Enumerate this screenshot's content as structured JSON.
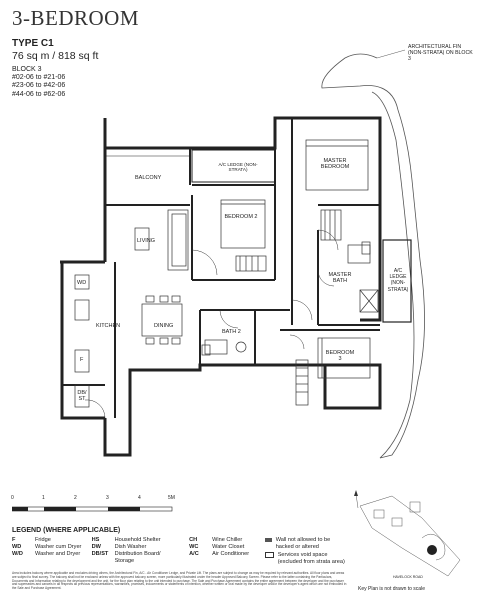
{
  "header": {
    "title": "3-BEDROOM",
    "type": "TYPE C1",
    "size": "76 sq m / 818 sq ft",
    "block_label": "BLOCK 3",
    "units": [
      "#02-06 to #21-06",
      "#23-06 to #42-06",
      "#44-06 to #62-06"
    ]
  },
  "annotation": {
    "arch_fin": "ARCHITECTURAL FIN (NON-STRATA) ON BLOCK 3"
  },
  "rooms": {
    "balcony": "BALCONY",
    "ac_ledge_top": "A/C LEDGE (NON-STRATA)",
    "bedroom2": "BEDROOM 2",
    "master_bedroom": "MASTER BEDROOM",
    "living": "LIVING",
    "master_bath": "MASTER BATH",
    "ac_ledge_right": "A/C LEDGE (NON-STRATA)",
    "kitchen": "KITCHEN",
    "dining": "DINING",
    "bath2": "BATH 2",
    "bedroom3": "BEDROOM 3",
    "wd": "WD",
    "f": "F",
    "db_st": "DB/ ST"
  },
  "scale": {
    "ticks": [
      "0",
      "1",
      "2",
      "3",
      "4",
      "5M"
    ]
  },
  "legend": {
    "title": "LEGEND (WHERE APPLICABLE)",
    "col1": [
      {
        "k": "F",
        "v": "Fridge"
      },
      {
        "k": "WD",
        "v": "Washer cum Dryer"
      },
      {
        "k": "W/D",
        "v": "Washer and Dryer"
      }
    ],
    "col2": [
      {
        "k": "HS",
        "v": "Household Shelter"
      },
      {
        "k": "DW",
        "v": "Dish Washer"
      },
      {
        "k": "DB/ST",
        "v": "Distribution Board/ Storage"
      }
    ],
    "col3": [
      {
        "k": "CH",
        "v": "Wine Chiller"
      },
      {
        "k": "WC",
        "v": "Water Closet"
      },
      {
        "k": "A/C",
        "v": "Air Conditioner"
      }
    ],
    "col4": [
      {
        "v": "Wall not allowed to be hacked or altered"
      },
      {
        "v": "Services void space (excluded from strata area)"
      }
    ]
  },
  "disclaimer": "Area includes balcony where applicable and excludes driving others, the Architectural Fin, A/C - Air Conditioner Ledge, and Private Lift. The plans are subject to change as may be required by relevant authorities. All floor plans and areas are subject to final survey. The balcony shall not be enclosed unless with the approved balcony screen, more particularly illustrated under the header Approved Balcony Screen. Please refer to the latter containing the Particulars, Documents and Information relating to the development and the unit, for the floor plan relating to the unit intended to purchase. The Sale and Purchase Agreement contains the entire agreement between the developer and the purchaser and supersedes and cancels in all respects all previous representations, warranties, promises, inducements or statements of intention, whether written or oral made by the developer and/or the developer's agent which are not embodied in the Sale and Purchase Agreement.",
  "keyplan": {
    "note": "Key Plan is not drawn to scale",
    "road": "HAVELOCK ROAD"
  }
}
